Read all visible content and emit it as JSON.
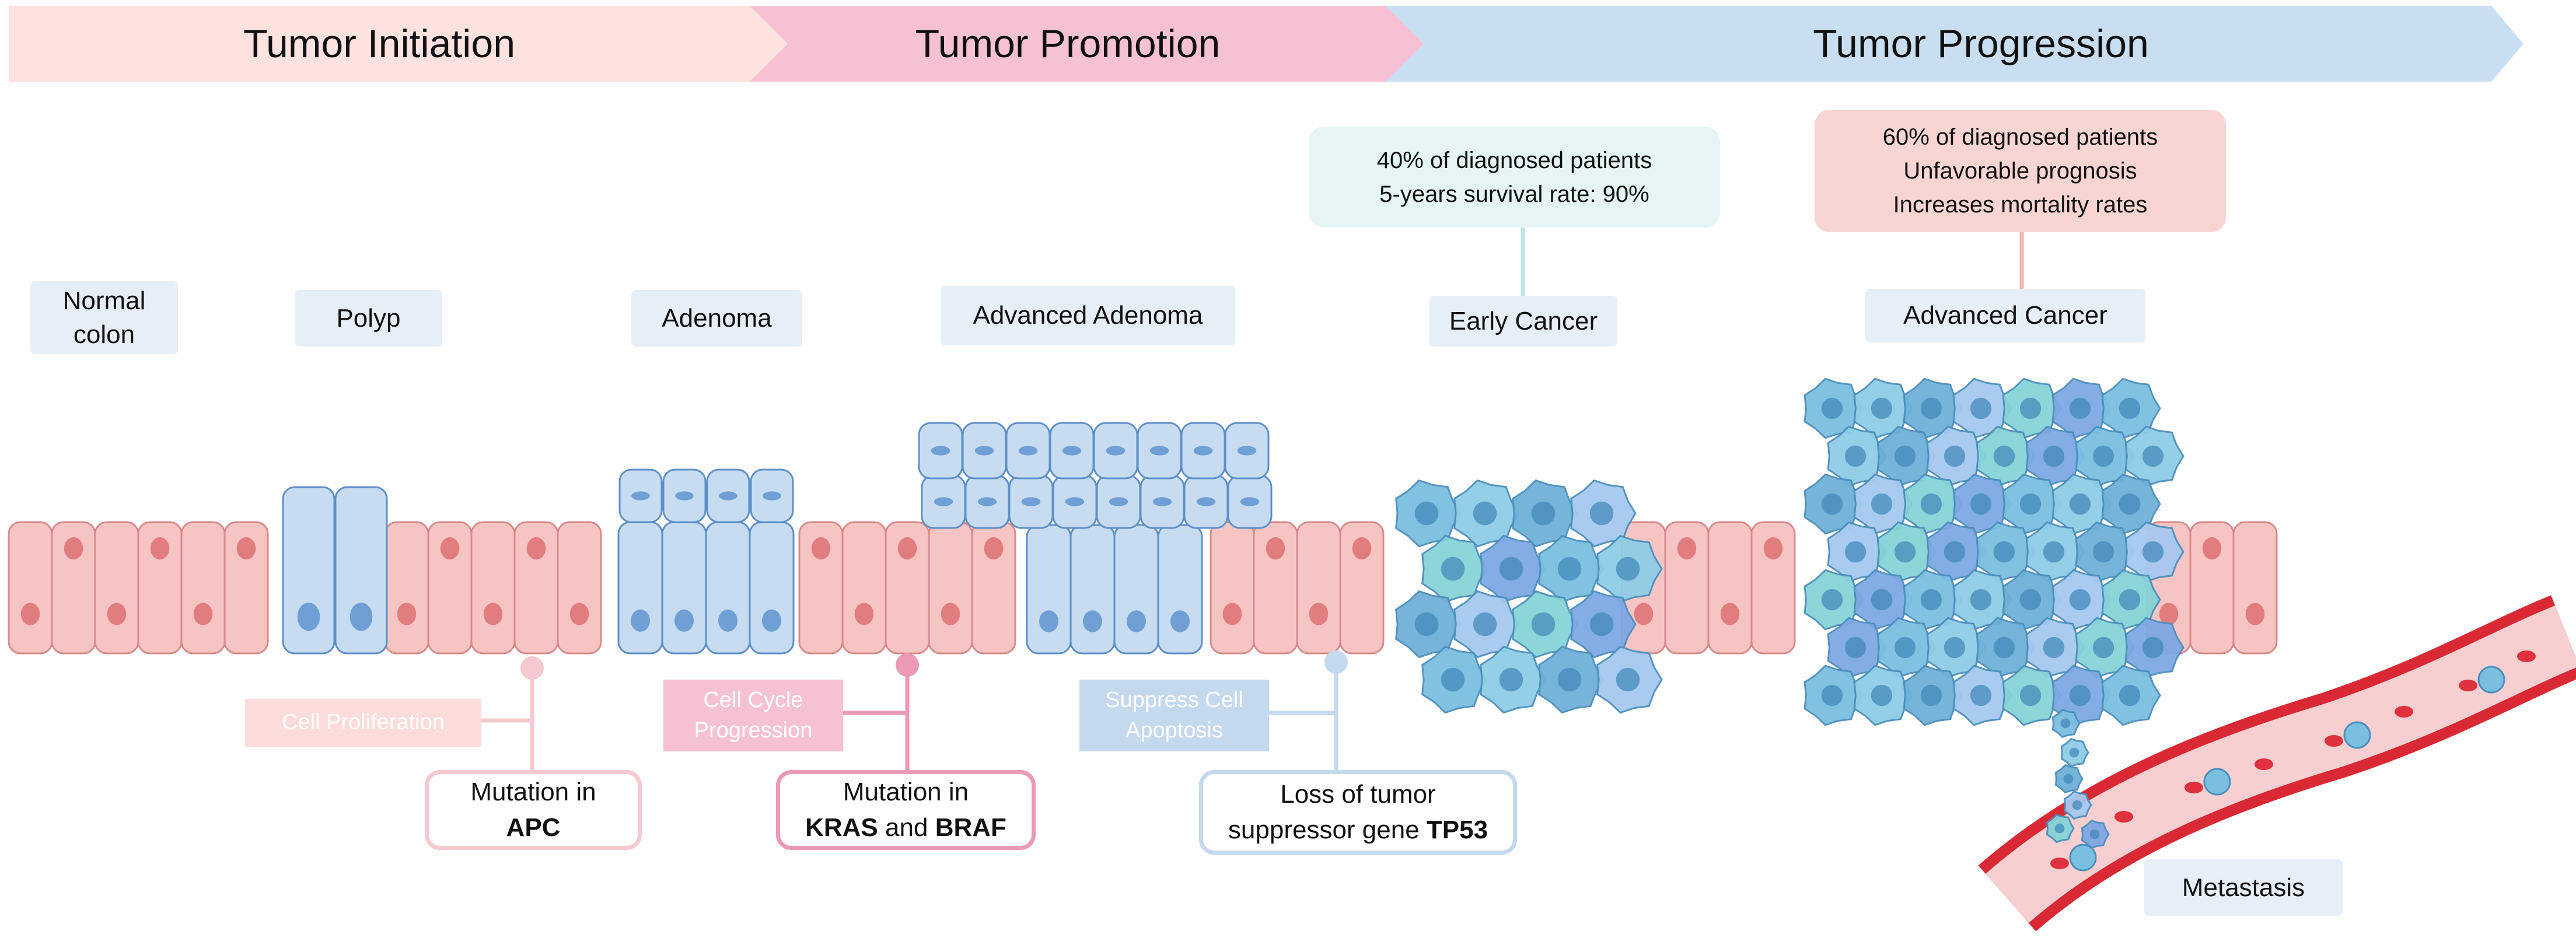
{
  "phases": [
    {
      "name": "Tumor Initiation",
      "color": "#fde2df"
    },
    {
      "name": "Tumor Promotion",
      "color": "#f6c2d3"
    },
    {
      "name": "Tumor Progression",
      "color": "#c9dff1"
    }
  ],
  "stages": {
    "normal_colon": "Normal\ncolon",
    "polyp": "Polyp",
    "adenoma": "Adenoma",
    "advanced_adenoma": "Advanced Adenoma",
    "early_cancer": "Early Cancer",
    "advanced_cancer": "Advanced Cancer",
    "metastasis": "Metastasis"
  },
  "stats": {
    "early": [
      "40% of diagnosed patients",
      "5-years survival rate: 90%"
    ],
    "advanced": [
      "60% of diagnosed patients",
      "Unfavorable prognosis",
      "Increases mortality rates"
    ]
  },
  "effects": {
    "cell_proliferation": "Cell Proliferation",
    "cell_cycle": [
      "Cell Cycle",
      "Progression"
    ],
    "suppress_apoptosis": [
      "Suppress Cell",
      "Apoptosis"
    ]
  },
  "mutations": {
    "apc": {
      "line1": "Mutation in",
      "gene": "APC"
    },
    "kras_braf": {
      "line1": "Mutation in",
      "gene1": "KRAS",
      "conj": "and",
      "gene2": "BRAF"
    },
    "tp53": {
      "line1": "Loss of tumor",
      "line2": "suppressor gene",
      "gene": "TP53"
    }
  },
  "colors": {
    "normal_cell": "#f6c5c3",
    "normal_cell_border": "#d98a89",
    "nucleus_red": "#e17d7f",
    "polyp_cell": "#c7dcf1",
    "polyp_cell_border": "#5e8fc9",
    "nucleus_blue": "#6f9fd4",
    "cancer_cell": "#7bbfe0",
    "apc_pink": "#f6c8cf",
    "kras_pink": "#ec99b7",
    "tp53_blue": "#c4d9ee",
    "vessel_red": "#d92935",
    "vessel_inner": "#f7cfd0"
  }
}
